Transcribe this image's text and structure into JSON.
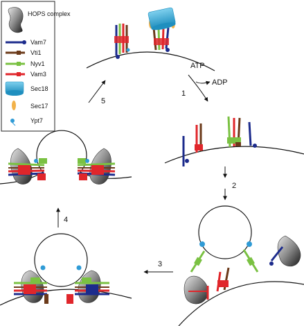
{
  "legend": {
    "hops": "HOPS complex",
    "vam7": "Vam7",
    "vti1": "Vti1",
    "nyv1": "Nyv1",
    "vam3": "Vam3",
    "sec18": "Sec18",
    "sec17": "Sec17",
    "ypt7": "Ypt7"
  },
  "labels": {
    "atp": "ATP",
    "adp": "ADP",
    "step1": "1",
    "step2": "2",
    "step3": "3",
    "step4": "4",
    "step5": "5"
  },
  "colors": {
    "vam7": "#1c2b8c",
    "vti1": "#6b3a1a",
    "nyv1": "#7ac142",
    "vam3": "#e0262b",
    "sec18": "#33a9d4",
    "sec17": "#f2b24a",
    "ypt7": "#2f9bd6",
    "hops": "#555555"
  }
}
